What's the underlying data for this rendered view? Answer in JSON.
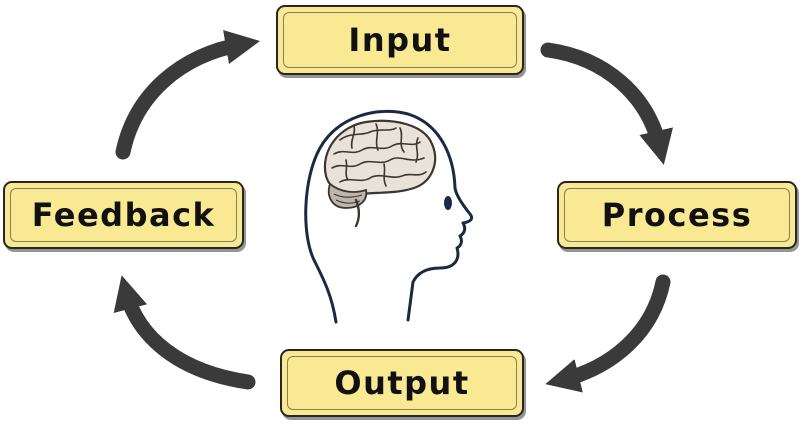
{
  "diagram": {
    "nodes": {
      "input": "Input",
      "process": "Process",
      "output": "Output",
      "feedback": "Feedback"
    },
    "colors": {
      "box_fill": "#fae993",
      "box_border": "#262626",
      "arrow": "#3a3a3a",
      "head_line": "#1a2a44",
      "brain_fill": "#e9e2d8",
      "brain_line": "#3b3631",
      "cerebellum_fill": "#bdb6ad"
    },
    "icons": {
      "arrows": [
        "curved-arrow-icon"
      ],
      "center": "human-head-brain-icon"
    }
  }
}
